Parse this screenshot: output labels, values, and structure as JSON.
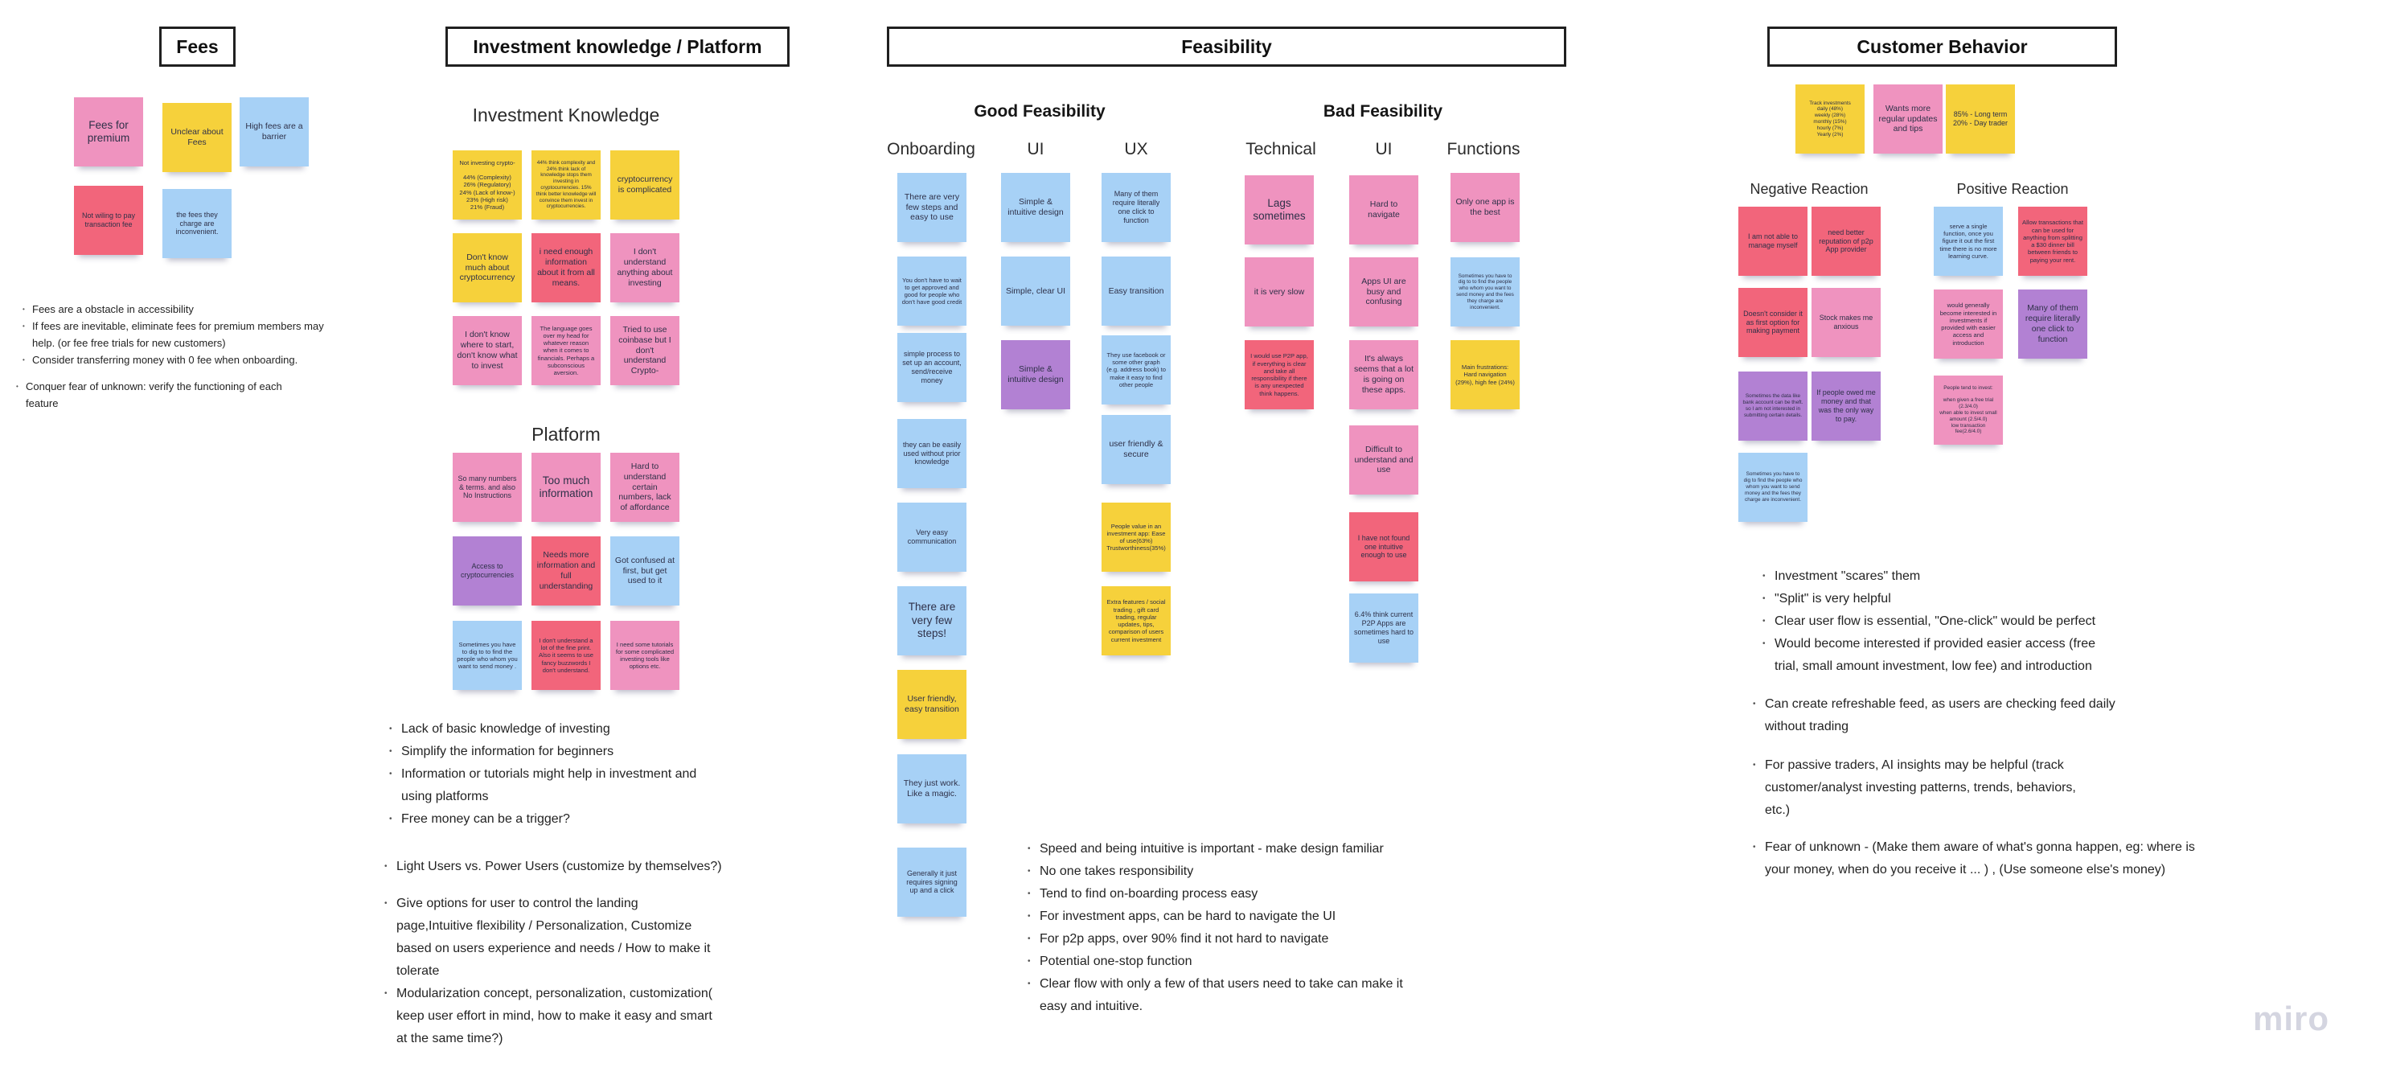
{
  "palette": {
    "yellow": "#f6d13b",
    "pink": "#ef93bf",
    "red": "#f2657b",
    "blue": "#a7d1f6",
    "purple": "#b281d3",
    "board_background": "#ffffff",
    "watermark_gray": "#d4d5e0"
  },
  "watermark": "miro",
  "fees": {
    "title": "Fees",
    "notes": [
      "Fees for premium",
      "Unclear about Fees",
      "High fees are a barrier",
      "Not wiling to pay transaction fee",
      "the fees they charge are inconvenient."
    ],
    "bullets_main": [
      "Fees are a obstacle in accessibility",
      "If fees are inevitable, eliminate fees for premium members may help. (or fee free trials for new customers)",
      "Consider transferring money with 0 fee when onboarding."
    ],
    "bullets_extra": [
      "Conquer fear of unknown: verify the functioning of each feature"
    ]
  },
  "investment": {
    "title": "Investment knowledge / Platform",
    "knowledge_label": "Investment Knowledge",
    "knowledge_notes": [
      "Not investing crypto-\n\n44% (Complexity)\n26% (Regulatory)\n24% (Lack of know-)\n23% (High risk)\n21% (Fraud)",
      "44% think complexity and 24% think lack of knowledge stops them investing in cryptocurrencies. 15% think better knowledge will convince them invest in cryptocurrencies.",
      "cryptocurrency is complicated",
      "Don't know much about cryptocurrency",
      "i need enough information about it from all means.",
      "I don't understand anything about investing",
      "I don't know where to start, don't know what to invest",
      "The language goes over my head for whatever reason when it comes to financials. Perhaps a subconscious aversion.",
      "Tried to use coinbase but I don't understand Crypto-"
    ],
    "platform_label": "Platform",
    "platform_notes": [
      "So many numbers & terms. and also No Instructions",
      "Too much information",
      "Hard to understand certain numbers, lack of affordance",
      "Access to cryptocurrencies",
      "Needs more information and full understanding",
      "Got confused at first, but get used to it",
      "Sometimes you have to dig to to find the people who whom you want to send money .",
      "I don't understand a lot of the fine print. Also it seems to use fancy buzzwords I don't understand.",
      "I need some tutorials for some complicated investing tools like options etc."
    ],
    "bullets_group1": [
      "Lack of basic knowledge of investing",
      "Simplify the information for beginners",
      "Information or tutorials might help in investment and using platforms",
      "Free money can be a trigger?"
    ],
    "bullets_group2": [
      "Light Users vs. Power Users (customize by themselves?)"
    ],
    "bullets_group3": [
      "Give options for user to control the landing page,Intuitive flexibility / Personalization, Customize based on users experience and needs / How to make it tolerate",
      "Modularization concept, personalization, customization( keep user effort in mind, how to make it easy and smart at the same time?)"
    ]
  },
  "feasibility": {
    "title": "Feasibility",
    "good_label": "Good Feasibility",
    "bad_label": "Bad Feasibility",
    "good": {
      "onboarding": {
        "label": "Onboarding",
        "notes": [
          "There are very few steps and easy to use",
          "You don't have to wait to get approved and good for people who don't have good credit",
          "simple process to set up an account, send/receive money",
          "they can be easily used without prior knowledge",
          "Very easy communication",
          "There are very few steps!",
          "User friendly, easy transition",
          "They just work. Like a magic.",
          "Generally it just requires signing up and a click"
        ]
      },
      "ui": {
        "label": "UI",
        "notes": [
          "Simple & intuitive design",
          "Simple, clear UI",
          "Simple & intuitive design"
        ]
      },
      "ux": {
        "label": "UX",
        "notes": [
          "Many of them require literally one click to function",
          "Easy transition",
          "They use facebook or some other graph (e.g. address book) to make it easy to find other people",
          "user friendly & secure",
          "People value in an investment app: Ease of use(63%) Trustworthiness(35%)",
          "Extra features / social trading , gift card trading, regular updates, tips, comparison of users current investment"
        ]
      }
    },
    "bad": {
      "technical": {
        "label": "Technical",
        "notes": [
          "Lags sometimes",
          "it is very slow",
          "I would use P2P app, if everything is clear and take all responsibility if there is any unexpected think happens."
        ]
      },
      "ui": {
        "label": "UI",
        "notes": [
          "Hard to navigate",
          "Apps UI are busy and confusing",
          "It's always seems that a lot is going on these apps.",
          "Difficult to understand and use",
          "I have not found one intuitive enough to use",
          "6.4% think current P2P Apps are sometimes hard to use"
        ]
      },
      "functions": {
        "label": "Functions",
        "notes": [
          "Only one app is the best",
          "Sometimes you have to dig to to find the people who whom you want to send money and the fees they charge are inconvenient.",
          "Main frustrations: Hard navigation (29%), high fee (24%)"
        ]
      }
    },
    "bullets": [
      "Speed and being intuitive is important - make design familiar",
      "No one takes responsibility",
      "Tend to find on-boarding process easy",
      "For investment apps, can be hard to navigate the UI",
      "For p2p apps, over 90% find it not hard to navigate",
      "Potential one-stop function",
      "Clear flow with only a few of that users need to take can make it easy and intuitive."
    ]
  },
  "customer": {
    "title": "Customer Behavior",
    "top_notes": [
      "Track investments\ndaily (48%)\nweekly (28%)\nmonthly (15%)\nhourly (7%)\nYearly (2%)",
      "Wants more regular updates and tips",
      "85% - Long term\n20% - Day trader"
    ],
    "negative_label": "Negative Reaction",
    "positive_label": "Positive Reaction",
    "negative_notes": [
      "I am not able to manage myself",
      "need better reputation of p2p App provider",
      "Doesn't consider it as first option for making payment",
      "Stock makes me anxious",
      "Sometimes the data like bank account can be theft. so I am not interested in submitting certain details.",
      "If people owed me money and that was the only way to pay.",
      "Sometimes you have to dig to find the people who whom you want to send money and the fees they charge are inconvenient."
    ],
    "positive_notes": [
      "serve a single function, once you figure it out the first time there is no more learning curve.",
      "Allow transactions that can be used for anything from splitting a $30 dinner bill between friends to paying your rent.",
      "would generally become interested in investments if provided with easier access and introduction",
      "Many of them require literally one click to function",
      "People tend to invest:\n\nwhen given a free trial (2.3/4.0)\nwhen able to invest small amount (2.5/4.0)\nlow transaction fee(2.6/4.0)"
    ],
    "bullets_group1": [
      "Investment \"scares\" them",
      "\"Split\" is very helpful",
      "Clear user flow is essential, \"One-click\" would be perfect",
      "Would become interested if provided easier access (free trial, small amount investment, low fee) and introduction"
    ],
    "bullets_group2": [
      "Can create refreshable feed, as users are checking feed daily without trading"
    ],
    "bullets_group3": [
      "For passive traders, AI insights may be helpful (track customer/analyst investing patterns, trends, behaviors, etc.)"
    ],
    "bullets_group4": [
      "Fear of unknown - (Make them aware of what's gonna happen, eg: where is your money, when do you receive it ... ) , (Use someone else's money)"
    ]
  }
}
